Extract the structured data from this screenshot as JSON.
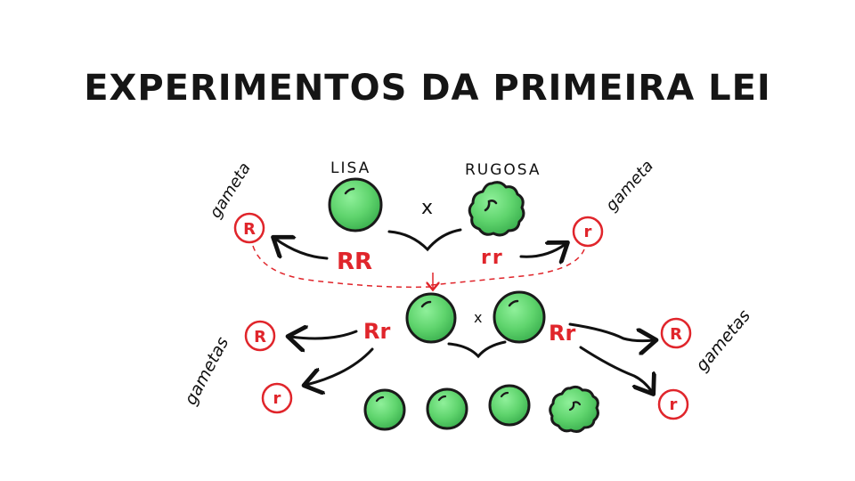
{
  "title": "EXPERIMENTOS DA PRIMEIRA LEI",
  "parents": {
    "left_phenotype": "LISA",
    "right_phenotype": "RUGOSA",
    "cross_symbol": "x",
    "left_genotype": "RR",
    "right_genotype": "rr"
  },
  "gametes": {
    "label_singular": "gameta",
    "label_plural": "gametas",
    "dominant_allele": "R",
    "recessive_allele": "r"
  },
  "f1": {
    "cross_symbol": "x",
    "left_genotype": "Rr",
    "right_genotype": "Rr"
  },
  "colors": {
    "pea_fill": "#5fd46d",
    "pea_stroke": "#1a1a1a",
    "allele_red": "#e0252b",
    "arrow": "#111111",
    "dashed_line": "#e0252b"
  }
}
